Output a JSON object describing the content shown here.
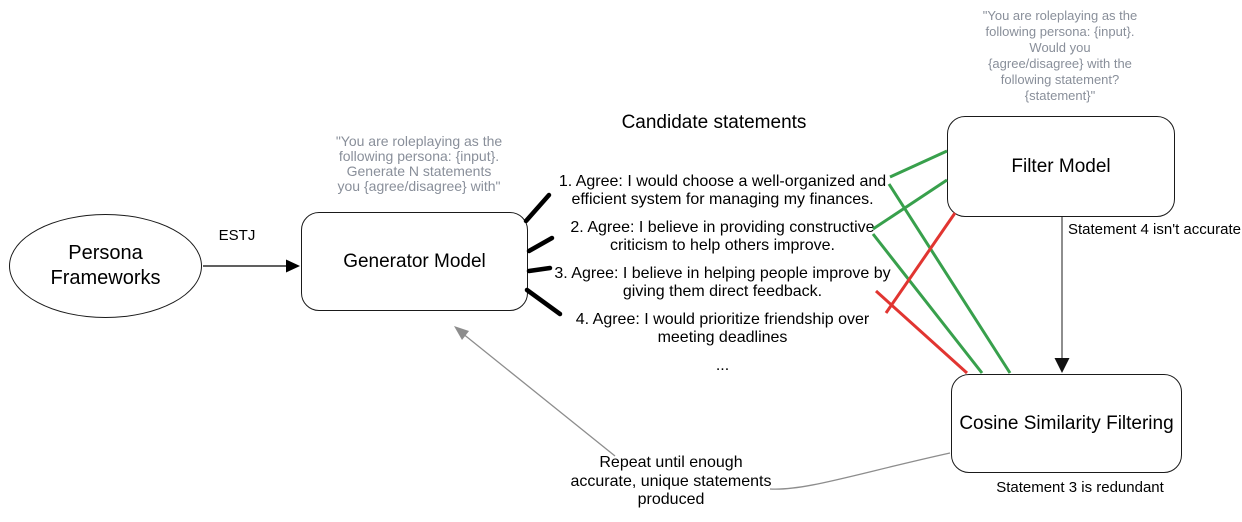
{
  "colors": {
    "green": "#38a04c",
    "red": "#e13531",
    "edge_gray": "#8d8d8d",
    "text_gray": "#898f9a",
    "black": "#000000"
  },
  "nodes": {
    "persona": {
      "label": "Persona\nFrameworks"
    },
    "generator": {
      "label": "Generator Model",
      "prompt": "\"You are roleplaying as the\nfollowing persona: {input}.\nGenerate N statements\nyou {agree/disagree} with\""
    },
    "filter": {
      "label": "Filter Model",
      "prompt": "\"You are roleplaying as the\nfollowing persona: {input}.\nWould you\n{agree/disagree} with the\nfollowing statement?\n{statement}\""
    },
    "cosine": {
      "label": "Cosine Similarity Filtering"
    }
  },
  "statements": {
    "title": "Candidate statements",
    "items": [
      "1. Agree: I would choose a well-organized and\nefficient system for managing my finances.",
      "2. Agree: I believe in providing constructive\ncriticism to help others improve.",
      "3. Agree: I believe in helping people improve by\ngiving them direct feedback.",
      "4. Agree: I would prioritize friendship over\nmeeting deadlines"
    ],
    "more_indicator": "..."
  },
  "edges": {
    "estj_label": "ESTJ",
    "filter_to_cosine_label": "Statement 4 isn't accurate",
    "cosine_note": "Statement 3 is redundant",
    "repeat_note": "Repeat until enough\naccurate, unique statements\nproduced"
  }
}
